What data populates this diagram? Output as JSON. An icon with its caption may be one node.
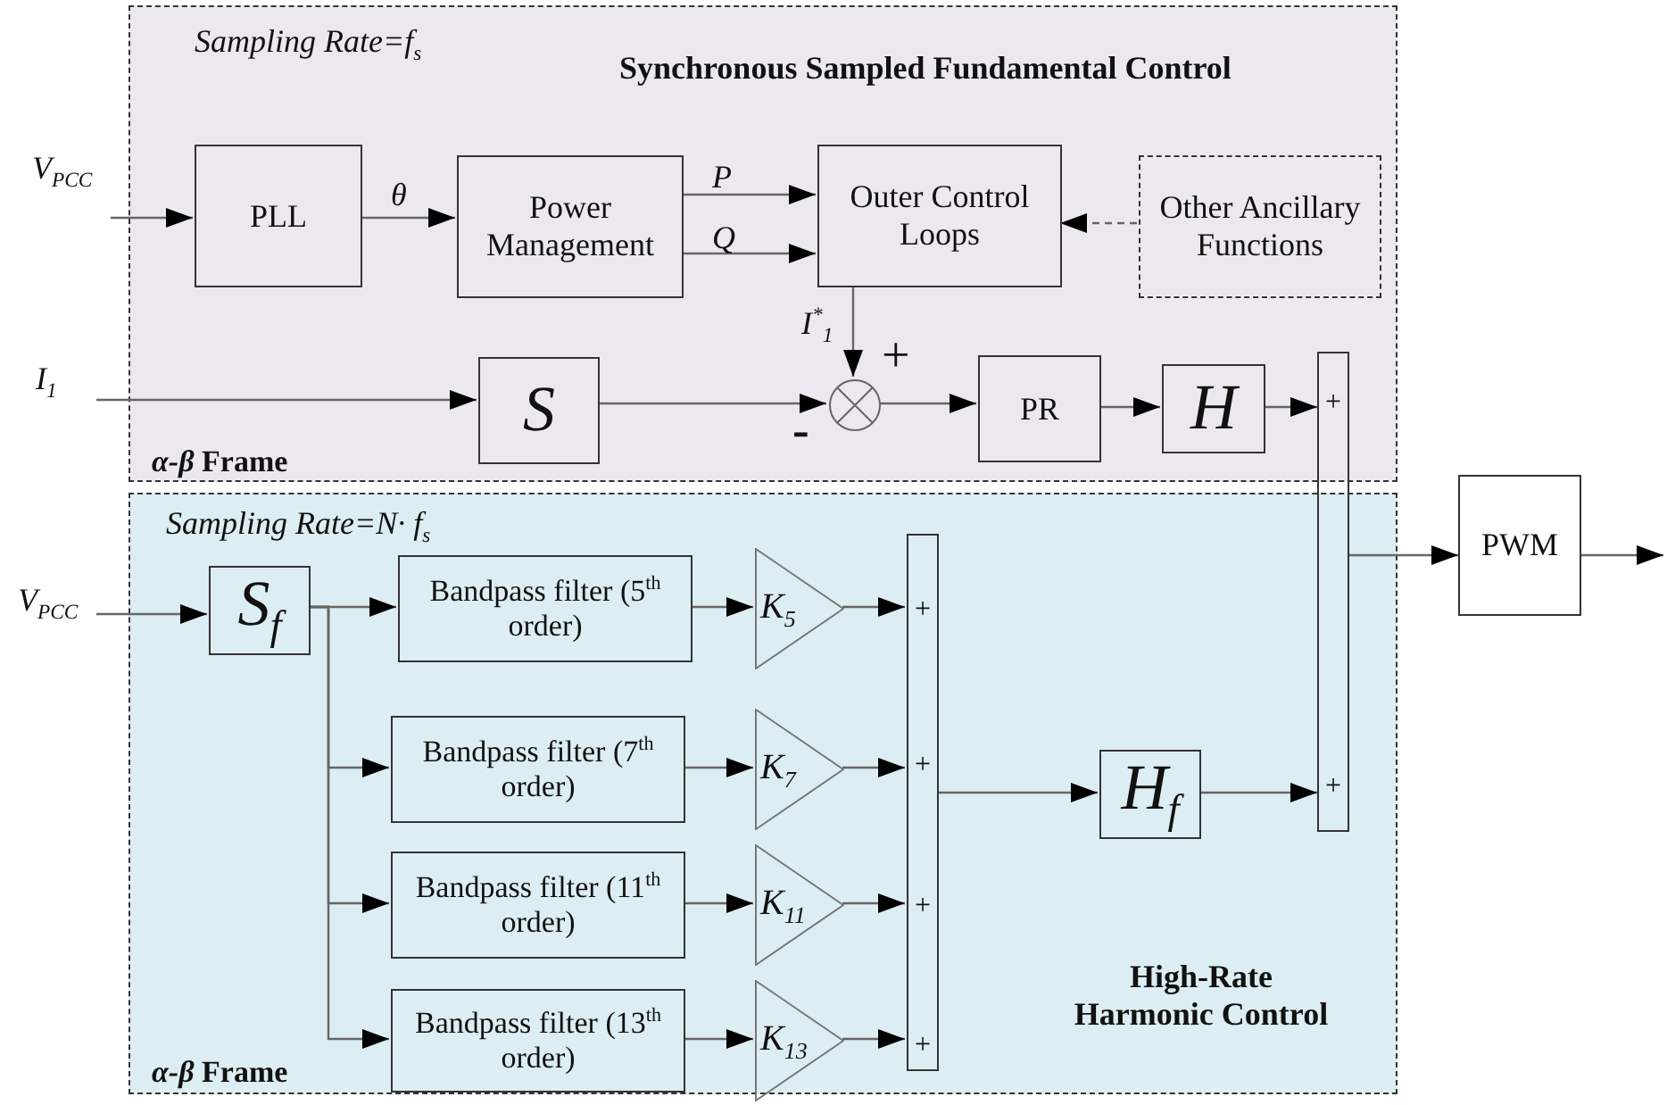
{
  "diagram": {
    "nodes": [
      {
        "text": [
          "Sampling Rate=f$_{s}$",
          "Synchronous Sampled Fundamental Control",
          "*α-β* Frame"
        ]
      },
      {
        "text": [
          "Sampling Rate=N· f$_{s}$",
          "High-Rate Harmonic Control",
          "*α-β* Frame"
        ]
      },
      {
        "text": [
          "V$_{PCC}$"
        ]
      },
      {
        "text": [
          "PLL"
        ],
        "in": 0
      },
      {
        "text": [
          "Power Management"
        ],
        "in": 0
      },
      {
        "text": [
          "Outer Control Loops"
        ],
        "in": 0
      },
      {
        "text": [
          "Other Ancillary Functions"
        ],
        "in": 0
      },
      {
        "text": [
          "I$_{1}$"
        ]
      },
      {
        "text": [
          "S"
        ],
        "in": 0
      },
      {
        "text": [],
        "shape": "circle",
        "in": 0,
        "beside": [
          "+",
          "-"
        ]
      },
      {
        "text": [
          "PR"
        ],
        "in": 0
      },
      {
        "text": [
          "H"
        ],
        "in": 0
      },
      {
        "text": [
          "+",
          "+"
        ]
      },
      {
        "text": [
          "PWM"
        ]
      },
      {
        "text": [
          "V$_{PCC}$"
        ]
      },
      {
        "text": [
          "S$_{f}$"
        ],
        "in": 1
      },
      {
        "text": [
          "Bandpass filter (5$^{th}$ order)"
        ],
        "in": 1
      },
      {
        "text": [
          "Bandpass filter (7$^{th}$ order)"
        ],
        "in": 1
      },
      {
        "text": [
          "Bandpass filter (11$^{th}$ order)"
        ],
        "in": 1
      },
      {
        "text": [
          "Bandpass filter (13$^{th}$ order)"
        ],
        "in": 1
      },
      {
        "text": [
          "K$_{5}$"
        ],
        "in": 1
      },
      {
        "text": [
          "K$_{7}$"
        ],
        "in": 1
      },
      {
        "text": [
          "K$_{11}$"
        ],
        "in": 1
      },
      {
        "text": [
          "K$_{13}$"
        ],
        "in": 1
      },
      {
        "text": [
          "+",
          "+",
          "+",
          "+"
        ],
        "in": 1
      },
      {
        "text": [
          "H$_{f}$"
        ],
        "in": 1
      }
    ],
    "edges": [
      {
        "from": 2,
        "to": 3,
        "arrow": "to"
      },
      {
        "from": 3,
        "to": 4,
        "arrow": "to",
        "label": "θ"
      },
      {
        "from": 4,
        "to": 5,
        "arrow": "to",
        "label": "P"
      },
      {
        "from": 4,
        "to": 5,
        "arrow": "to",
        "label": "Q"
      },
      {
        "from": 6,
        "to": 5,
        "arrow": "to",
        "style": "dashed"
      },
      {
        "from": 5,
        "to": 9,
        "arrow": "to",
        "label": "I$^{*}$$_{1}$"
      },
      {
        "from": 7,
        "to": 8,
        "arrow": "to"
      },
      {
        "from": 8,
        "to": 9,
        "arrow": "to"
      },
      {
        "from": 9,
        "to": 10,
        "arrow": "to"
      },
      {
        "from": 10,
        "to": 11,
        "arrow": "to"
      },
      {
        "from": 11,
        "to": 12,
        "arrow": "to"
      },
      {
        "from": 12,
        "to": 13,
        "arrow": "to"
      },
      {
        "from": 13,
        "to": null,
        "arrow": "to"
      },
      {
        "from": 14,
        "to": 15,
        "arrow": "to"
      },
      {
        "from": 15,
        "to": 16,
        "arrow": "to"
      },
      {
        "from": 15,
        "to": 17,
        "arrow": "to"
      },
      {
        "from": 15,
        "to": 18,
        "arrow": "to"
      },
      {
        "from": 15,
        "to": 19,
        "arrow": "to"
      },
      {
        "from": 16,
        "to": 20,
        "arrow": "to"
      },
      {
        "from": 17,
        "to": 21,
        "arrow": "to"
      },
      {
        "from": 18,
        "to": 22,
        "arrow": "to"
      },
      {
        "from": 19,
        "to": 23,
        "arrow": "to"
      },
      {
        "from": 20,
        "to": 24,
        "arrow": "to"
      },
      {
        "from": 21,
        "to": 24,
        "arrow": "to"
      },
      {
        "from": 22,
        "to": 24,
        "arrow": "to"
      },
      {
        "from": 23,
        "to": 24,
        "arrow": "to"
      },
      {
        "from": 24,
        "to": 25,
        "arrow": "to"
      },
      {
        "from": 25,
        "to": 12,
        "arrow": "to"
      }
    ]
  }
}
